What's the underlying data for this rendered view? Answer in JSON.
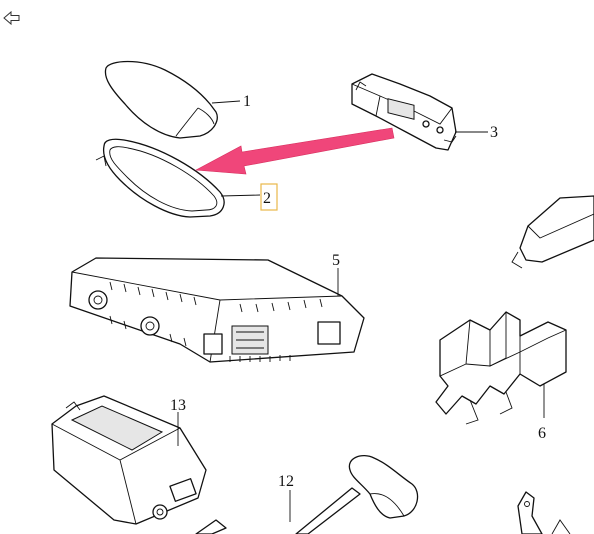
{
  "viewer": {
    "back_icon": "arrow-left-outline-icon"
  },
  "diagram": {
    "colors": {
      "highlight_arrow": "#f0467a",
      "selection_box": "#e8b84a",
      "line_art": "#111111"
    },
    "callouts": [
      {
        "id": "c1",
        "label": "1"
      },
      {
        "id": "c2",
        "label": "2",
        "selected": true
      },
      {
        "id": "c3",
        "label": "3"
      },
      {
        "id": "c5",
        "label": "5"
      },
      {
        "id": "c6",
        "label": "6"
      },
      {
        "id": "c12",
        "label": "12"
      },
      {
        "id": "c13",
        "label": "13"
      }
    ]
  }
}
